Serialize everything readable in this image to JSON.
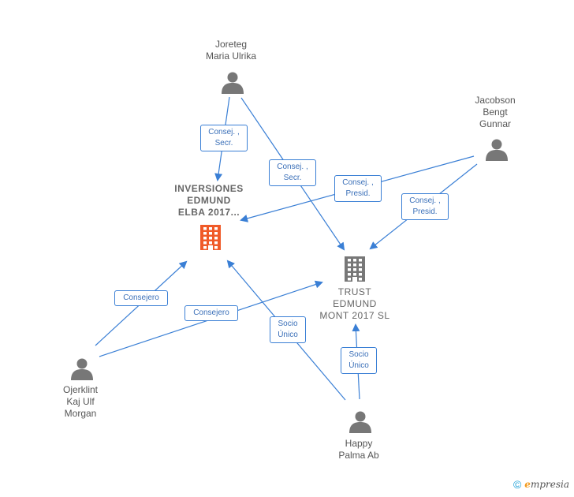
{
  "colors": {
    "edge": "#3a7fd5",
    "person": "#777777",
    "company_main": "#f05a28",
    "company": "#777777"
  },
  "nodes": {
    "joreteg": {
      "label": "Joreteg\nMaria Ulrika",
      "icon": "person-icon"
    },
    "jacobson": {
      "label": "Jacobson\nBengt\nGunnar",
      "icon": "person-icon"
    },
    "inversiones": {
      "label": "INVERSIONES\nEDMUND\nELBA 2017...",
      "icon": "building-icon"
    },
    "trust": {
      "label": "TRUST\nEDMUND\nMONT 2017  SL",
      "icon": "building-icon"
    },
    "ojerklint": {
      "label": "Ojerklint\nKaj Ulf\nMorgan",
      "icon": "person-icon"
    },
    "happy": {
      "label": "Happy\nPalma Ab",
      "icon": "person-icon"
    }
  },
  "edges": [
    {
      "label": "Consej. ,\nSecr."
    },
    {
      "label": "Consej. ,\nSecr."
    },
    {
      "label": "Consej. ,\nPresid."
    },
    {
      "label": "Consej. ,\nPresid."
    },
    {
      "label": "Consejero"
    },
    {
      "label": "Consejero"
    },
    {
      "label": "Socio\nÚnico"
    },
    {
      "label": "Socio\nÚnico"
    }
  ],
  "footer": {
    "copyright": "©",
    "brand_initial": "e",
    "brand_rest": "mpresia"
  }
}
